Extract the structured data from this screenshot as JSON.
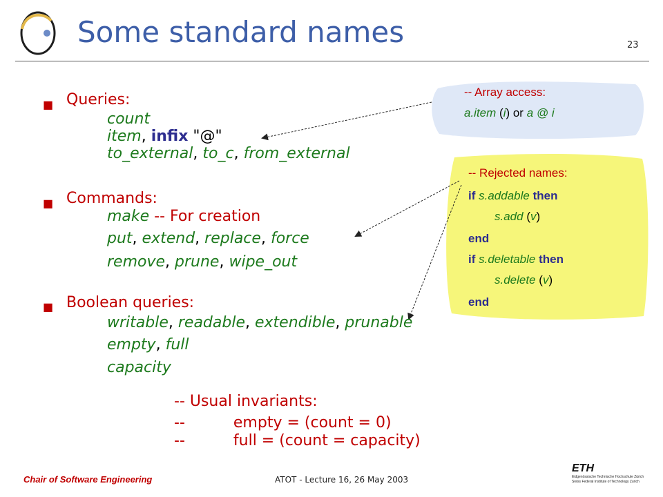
{
  "slide": {
    "title": "Some standard names",
    "page_number": "23"
  },
  "queries": {
    "heading": "Queries:",
    "line1": "count",
    "line2": {
      "a": "item",
      "sep": ", ",
      "kw": "infix",
      "str": " \"@\""
    },
    "line3": {
      "a": "to_external",
      "b": "to_c",
      "c": "from_external",
      "sep": ", "
    }
  },
  "commands": {
    "heading": "Commands:",
    "line1": {
      "a": "make",
      "comment": " -- For creation"
    },
    "line2": {
      "a": "put",
      "b": "extend",
      "c": "replace",
      "d": "force",
      "sep": ", "
    },
    "line3": {
      "a": "remove",
      "b": "prune",
      "c": "wipe_out",
      "sep": ", "
    }
  },
  "boolean_queries": {
    "heading": "Boolean queries:",
    "line1": {
      "a": "writable",
      "b": "readable",
      "c": "extendible",
      "d": "prunable",
      "sep": ", "
    },
    "line2": {
      "a": "empty",
      "b": "full",
      "sep": ", "
    },
    "line3": "capacity"
  },
  "invariants": {
    "line1": "-- Usual invariants:",
    "line2": {
      "dash": "--",
      "expr": "empty = (count = 0)"
    },
    "line3": {
      "dash": "--",
      "expr": "full = (count = capacity)"
    }
  },
  "note_array": {
    "line1": "-- Array access:",
    "line2": {
      "a": "a.item",
      "p1": " (",
      "i": "i",
      "p2": ") or ",
      "b": "a @ i"
    }
  },
  "note_rejected": {
    "line1": "-- Rejected names:",
    "if1": "if",
    "cond1": "s.addable",
    "then1": "then",
    "call1": "s.add",
    "arg1": "v",
    "end1": "end",
    "if2": "if",
    "cond2": "s.deletable",
    "then2": "then",
    "call2": "s.delete",
    "arg2": "v",
    "end2": "end"
  },
  "footer": {
    "left": "Chair of Software Engineering",
    "center": "ATOT - Lecture 16, 26 May 2003",
    "eth_word": "ETH",
    "eth_line1": "Eidgenössische Technische Hochschule Zürich",
    "eth_line2": "Swiss Federal Institute of Technology Zurich"
  },
  "colors": {
    "title": "#3d5ea8",
    "heading": "#c00000",
    "feature": "#1d7a1d",
    "keyword": "#2d2d8f",
    "blue_note": "#dfe8f7",
    "yellow_note": "#f6f67a"
  },
  "icons": [
    "logo-icon",
    "bullet-icon",
    "arrow-icon",
    "eth-logo"
  ]
}
